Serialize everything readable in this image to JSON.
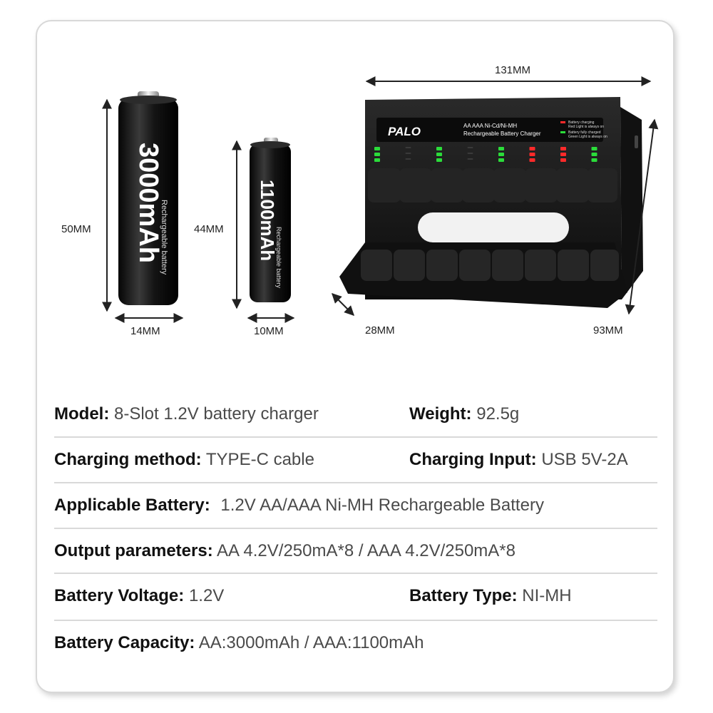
{
  "dimensions": {
    "charger_width": "131MM",
    "charger_height": "93MM",
    "charger_depth": "28MM",
    "aa_height": "50MM",
    "aa_width": "14MM",
    "aaa_height": "44MM",
    "aaa_width": "10MM"
  },
  "batteries": {
    "aa": {
      "capacity": "3000mAh",
      "subtitle": "Rechargeable battery"
    },
    "aaa": {
      "capacity": "1100mAh",
      "subtitle": "Rechargeable battery"
    }
  },
  "charger": {
    "brand": "PALO",
    "line1": "AA AAA Ni-Cd/Ni-MH",
    "line2": "Rechargeable Battery Charger",
    "legend_red_1": "Battery charging",
    "legend_red_2": "Red Light is always on",
    "legend_green_1": "Battery fully charged",
    "legend_green_2": "Green Light is always on",
    "led_states": [
      "green",
      "off",
      "green",
      "off",
      "green",
      "red",
      "red",
      "green"
    ]
  },
  "specs": {
    "model_label": "Model:",
    "model_value": "8-Slot 1.2V battery charger",
    "weight_label": "Weight:",
    "weight_value": "92.5g",
    "method_label": "Charging method:",
    "method_value": "TYPE-C cable",
    "input_label": "Charging Input:",
    "input_value": "USB 5V-2A",
    "applicable_label": "Applicable Battery:",
    "applicable_value": "1.2V AA/AAA Ni-MH Rechargeable Battery",
    "output_label": "Output parameters:",
    "output_value": "AA 4.2V/250mA*8 / AAA 4.2V/250mA*8",
    "voltage_label": "Battery Voltage:",
    "voltage_value": "1.2V",
    "type_label": "Battery Type:",
    "type_value": "NI-MH",
    "capacity_label": "Battery Capacity:",
    "capacity_value": "AA:3000mAh / AAA:1100mAh"
  },
  "colors": {
    "led_green": "#2bdc3a",
    "led_red": "#ff2a2a",
    "led_off": "#3a3a3a",
    "charger_body": "#1a1a1a",
    "battery_body": "#111111"
  }
}
